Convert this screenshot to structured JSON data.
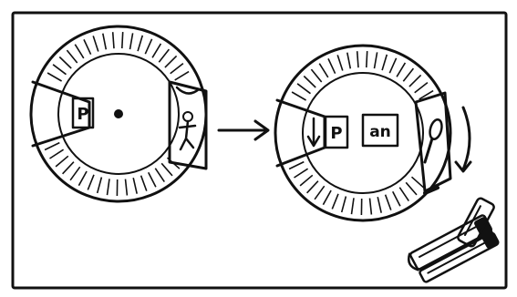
{
  "panel_wheels": {
    "left_wheel": {
      "letter_window": "P"
    },
    "right_wheel": {
      "onset_letter": "P",
      "rime_window": "an"
    }
  },
  "icons": {
    "left_arrow": "arrow-right-icon",
    "right_wheel_left_arrow": "arrow-down-icon",
    "right_wheel_right_arrow": "curved-arrow-down-icon",
    "stapler": "stapler-icon",
    "picture_left": "person-figure-icon",
    "picture_right": "pan-icon"
  },
  "colors": {
    "ink": "#111111",
    "paper": "#ffffff"
  }
}
